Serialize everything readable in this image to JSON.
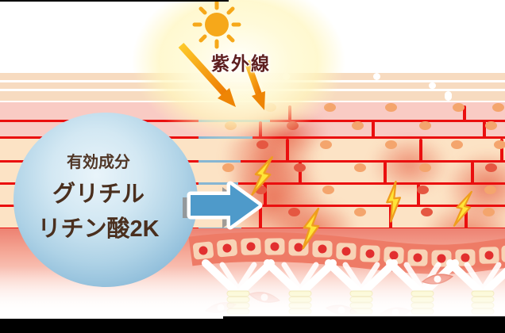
{
  "illustration": {
    "uv_label": "紫外線",
    "ingredient": {
      "heading": "有効成分",
      "name_line1": "グリチル",
      "name_line2": "リチン酸2K"
    }
  },
  "palette": {
    "sun": "#f6a81a",
    "uv-arrow": "#ee8505",
    "uv-text": "#5e1f1f",
    "corneum-band": "#f7dbc0",
    "upper-cell-fill": "#f9cbc4",
    "cell-fill": "#fce3c5",
    "cell-border": "#ea0f0f",
    "healthy-line": "#86b6d3",
    "inflammation": "#e13c22",
    "bolt-fill": "#ffe437",
    "bolt-edge": "#ef9d1e",
    "nucleus": "#f4a56d",
    "nucleus-hot": "#e55741",
    "basal-band": "#ee7b66",
    "basal-nucleus": "#e22f2f",
    "dermis": "#ed8171",
    "fiber-white": "#ffffff",
    "elastin": "#f8f2a8",
    "fibroblast": "#ef8472",
    "bubble-light": "#e9f4fa",
    "bubble-dark": "#74a7cb",
    "bubble-text": "#4a2f1e",
    "arrow-blue": "#4e9aca"
  }
}
